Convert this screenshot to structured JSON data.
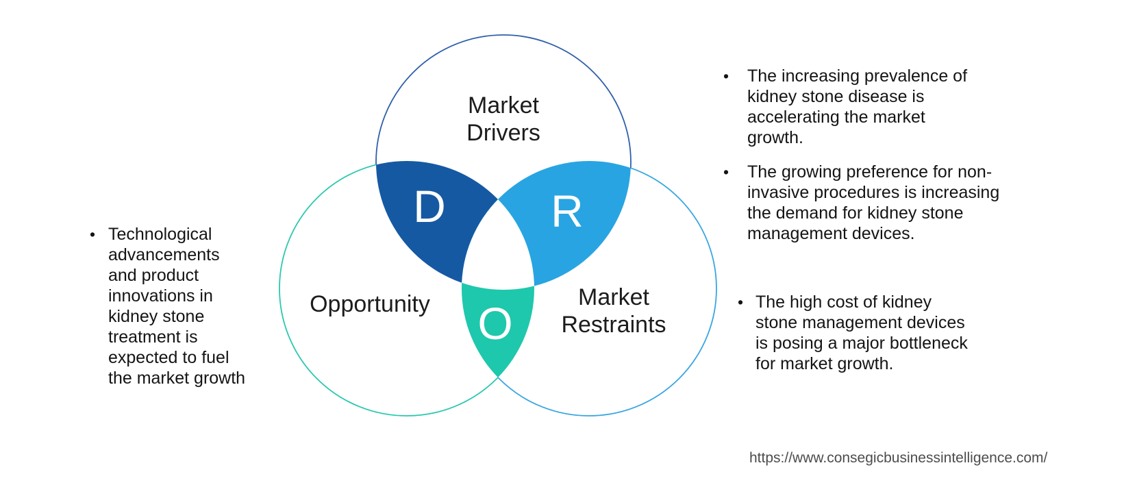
{
  "venn": {
    "drivers": {
      "label_line1": "Market",
      "label_line2": "Drivers",
      "letter": "D"
    },
    "opportunity": {
      "label": "Opportunity",
      "letter": "O"
    },
    "restraints": {
      "label_line1": "Market",
      "label_line2": "Restraints",
      "letter": "R"
    },
    "colors": {
      "drivers_outline": "#2e5fa9",
      "drivers_opportunity_overlap": "#1659a3",
      "restraints_outline": "#38a6e1",
      "drivers_restraints_overlap": "#29a4e2",
      "opportunity_outline": "#2bc8af",
      "opportunity_restraints_overlap": "#1ec8ad",
      "letter_color": "#ffffff"
    }
  },
  "notes": {
    "left": {
      "marker": "•",
      "text": "Technological advancements and product innovations in kidney stone treatment is expected to fuel the market growth",
      "lines": [
        "Technological",
        "advancements",
        "and product",
        "innovations in",
        "kidney stone",
        "treatment is",
        "expected to fuel",
        "the market growth"
      ]
    },
    "right_top": {
      "items": [
        {
          "marker": "•",
          "text": "The increasing prevalence of kidney stone disease is accelerating the market growth.",
          "lines": [
            "The increasing prevalence of",
            "kidney stone disease is",
            "accelerating the market",
            "growth."
          ]
        },
        {
          "marker": "•",
          "text": "The growing preference for non-invasive procedures is increasing the demand for kidney stone management devices.",
          "lines": [
            "The growing preference for non-",
            "invasive procedures is increasing",
            "the demand for kidney stone",
            "management devices."
          ]
        }
      ]
    },
    "right_bottom": {
      "marker": "•",
      "text": "The high cost of kidney stone management devices is posing a major bottleneck for market growth.",
      "lines": [
        "The high cost of kidney",
        "stone management devices",
        "is posing a major bottleneck",
        "for market growth."
      ]
    }
  },
  "footer": {
    "url": "https://www.consegicbusinessintelligence.com/"
  }
}
